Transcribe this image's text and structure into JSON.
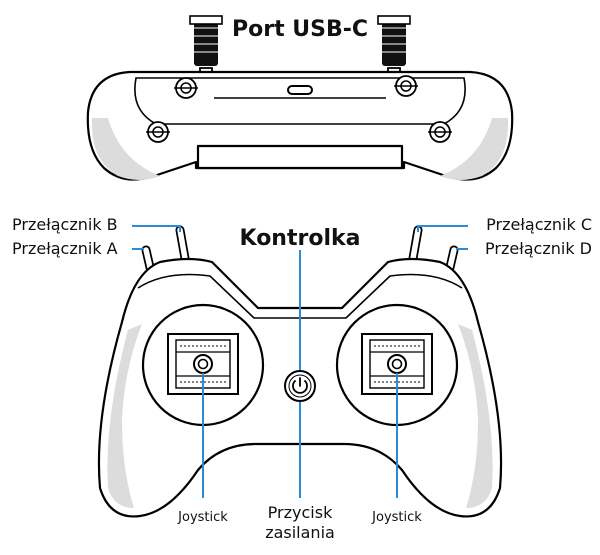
{
  "labels": {
    "usb_port": "Port USB-C",
    "indicator": "Kontrolka",
    "switch_a": "Przełącznik A",
    "switch_b": "Przełącznik B",
    "switch_c": "Przełącznik C",
    "switch_d": "Przełącznik D",
    "joystick_left": "Joystick",
    "joystick_right": "Joystick",
    "power_line1": "Przycisk",
    "power_line2": "zasilania"
  },
  "colors": {
    "leader_lines": "#2a8bd6",
    "outline": "#000000",
    "shading": "#dcdcdc"
  }
}
